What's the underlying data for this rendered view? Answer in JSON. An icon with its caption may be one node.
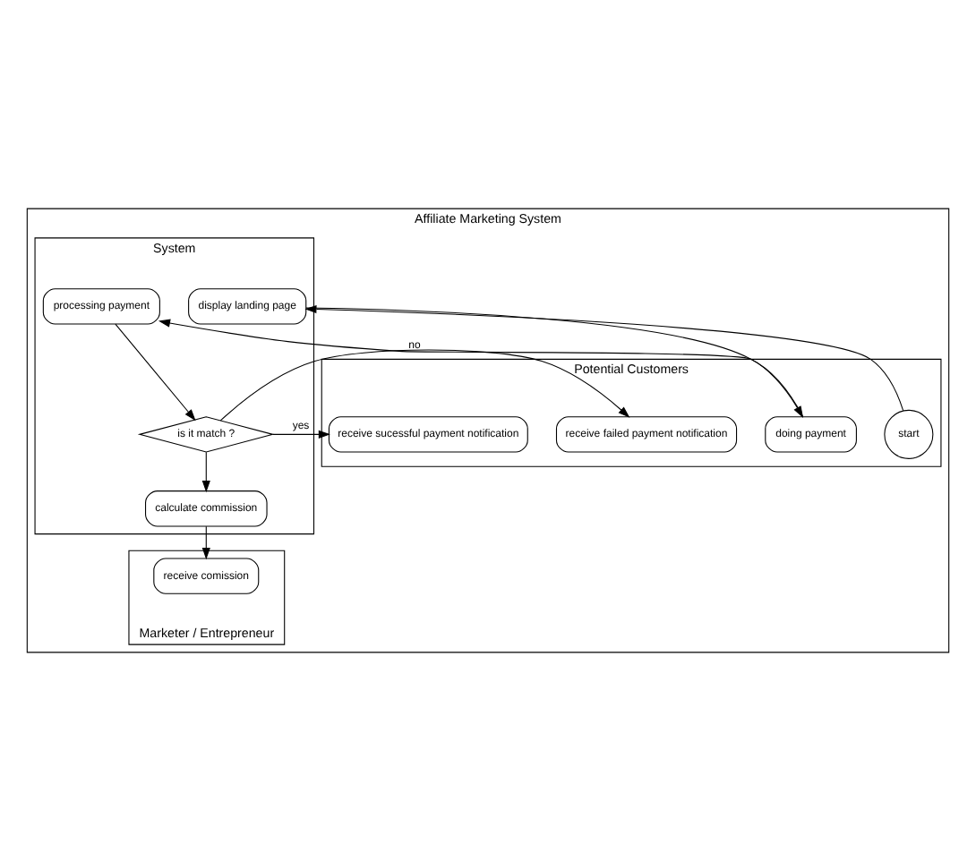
{
  "diagram": {
    "nodes": [
      {
        "text": [
          "Affiliate Marketing System"
        ]
      },
      {
        "text": [
          "Potential Customers"
        ],
        "in": 0
      },
      {
        "text": [
          "System"
        ],
        "in": 0
      },
      {
        "text": [
          "Marketer / Entrepreneur"
        ],
        "in": 0
      },
      {
        "text": [
          "start"
        ],
        "in": 1
      },
      {
        "text": [
          "display landing page"
        ],
        "in": 2
      },
      {
        "text": [
          "receive comission"
        ],
        "in": 3
      },
      {
        "text": [
          "doing payment"
        ],
        "in": 1
      },
      {
        "text": [
          "processing payment"
        ],
        "in": 2
      },
      {
        "text": [
          "is it match ?"
        ],
        "in": 2
      },
      {
        "text": [
          "receive sucessful payment notification"
        ],
        "in": 1
      },
      {
        "text": [
          "receive failed payment notification"
        ],
        "in": 1
      },
      {
        "text": [
          "calculate commission"
        ],
        "in": 2
      }
    ],
    "edges": [
      {
        "from": 4,
        "to": 5,
        "arrow": "to"
      },
      {
        "from": 5,
        "to": 7,
        "arrow": "to"
      },
      {
        "from": 7,
        "to": 8,
        "arrow": "to"
      },
      {
        "from": 8,
        "to": 9,
        "arrow": "to"
      },
      {
        "from": 9,
        "to": 10,
        "arrow": "to",
        "label": "yes"
      },
      {
        "from": 9,
        "to": 12,
        "arrow": "to"
      },
      {
        "from": 9,
        "to": 11,
        "arrow": "to",
        "label": "no"
      },
      {
        "from": 12,
        "to": 6,
        "arrow": "to"
      }
    ]
  }
}
